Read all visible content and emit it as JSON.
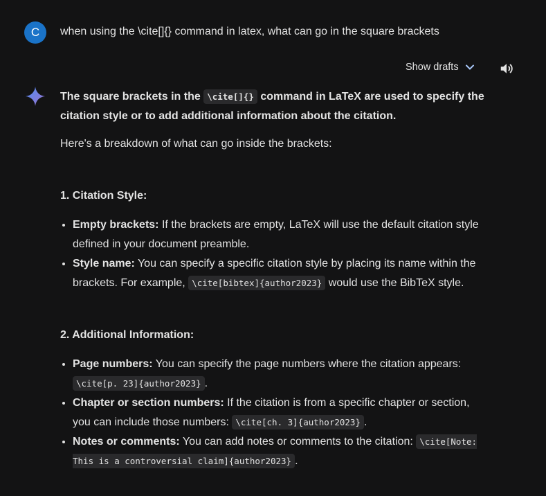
{
  "user": {
    "avatar_letter": "C"
  },
  "prompt": {
    "text": "when using the \\cite[]{} command in latex, what can go in the square brackets"
  },
  "toolbar": {
    "show_drafts_label": "Show drafts",
    "chevron_icon": "chevron-down-icon",
    "speaker_icon": "speaker-icon"
  },
  "response": {
    "lead_a": "The square brackets in the ",
    "lead_code": "\\cite[]{}",
    "lead_b": " command in LaTeX are used to specify the citation style or to add additional information about the citation.",
    "intro": "Here's a breakdown of what can go inside the brackets:",
    "section1": {
      "heading": "1. Citation Style:",
      "items": [
        {
          "label": "Empty brackets:",
          "text": " If the brackets are empty, LaTeX will use the default citation style defined in your document preamble."
        },
        {
          "label": "Style name:",
          "text_a": " You can specify a specific citation style by placing its name within the brackets. For example, ",
          "code": "\\cite[bibtex]{author2023}",
          "text_b": " would use the BibTeX style."
        }
      ]
    },
    "section2": {
      "heading": "2. Additional Information:",
      "items": [
        {
          "label": "Page numbers:",
          "text_a": " You can specify the page numbers where the citation appears: ",
          "code": "\\cite[p. 23]{author2023}",
          "text_b": "."
        },
        {
          "label": "Chapter or section numbers:",
          "text_a": " If the citation is from a specific chapter or section, you can include those numbers: ",
          "code": "\\cite[ch. 3]{author2023}",
          "text_b": "."
        },
        {
          "label": "Notes or comments:",
          "text_a": " You can add notes or comments to the citation: ",
          "code": "\\cite[Note: This is a controversial claim]{author2023}",
          "text_b": "."
        }
      ]
    }
  }
}
